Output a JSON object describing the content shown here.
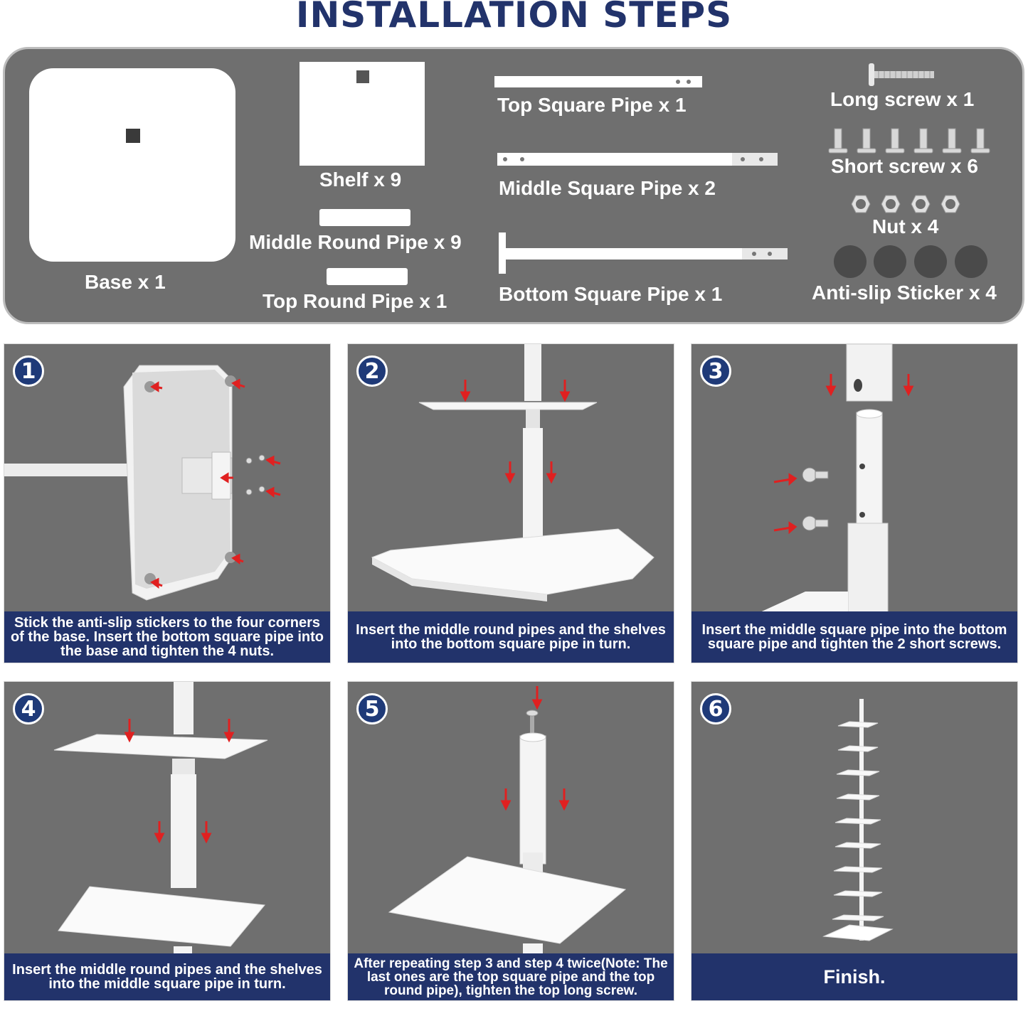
{
  "page": {
    "title": "INSTALLATION STEPS"
  },
  "parts": {
    "base": "Base x 1",
    "shelf": "Shelf x 9",
    "middle_round_pipe": "Middle Round Pipe x 9",
    "top_round_pipe": "Top Round Pipe x 1",
    "top_square_pipe": "Top Square Pipe x 1",
    "middle_square_pipe": "Middle Square Pipe x 2",
    "bottom_square_pipe": "Bottom Square Pipe x 1",
    "long_screw": "Long screw x 1",
    "short_screw": "Short screw x 6",
    "nut": "Nut x 4",
    "anti_slip_sticker": "Anti-slip Sticker x 4"
  },
  "steps": [
    {
      "number": "1",
      "caption": "Stick the anti-slip stickers to the four corners of the base. Insert the bottom square pipe into the base and tighten the 4 nuts."
    },
    {
      "number": "2",
      "caption": "Insert the middle round pipes and the shelves into the bottom square pipe in turn."
    },
    {
      "number": "3",
      "caption": "Insert the middle square pipe into the bottom square pipe and tighten the 2 short screws."
    },
    {
      "number": "4",
      "caption": "Insert the middle round pipes and the shelves into the middle square pipe in turn."
    },
    {
      "number": "5",
      "caption": "After repeating step 3 and step 4 twice(Note: The last ones are the top square pipe and the top round pipe), tighten the top long screw."
    },
    {
      "number": "6",
      "caption": "Finish."
    }
  ],
  "colors": {
    "panel_gray": "#6f6f6f",
    "navy": "#22336b",
    "badge": "#1f3a78",
    "arrow_red": "#e02020"
  }
}
